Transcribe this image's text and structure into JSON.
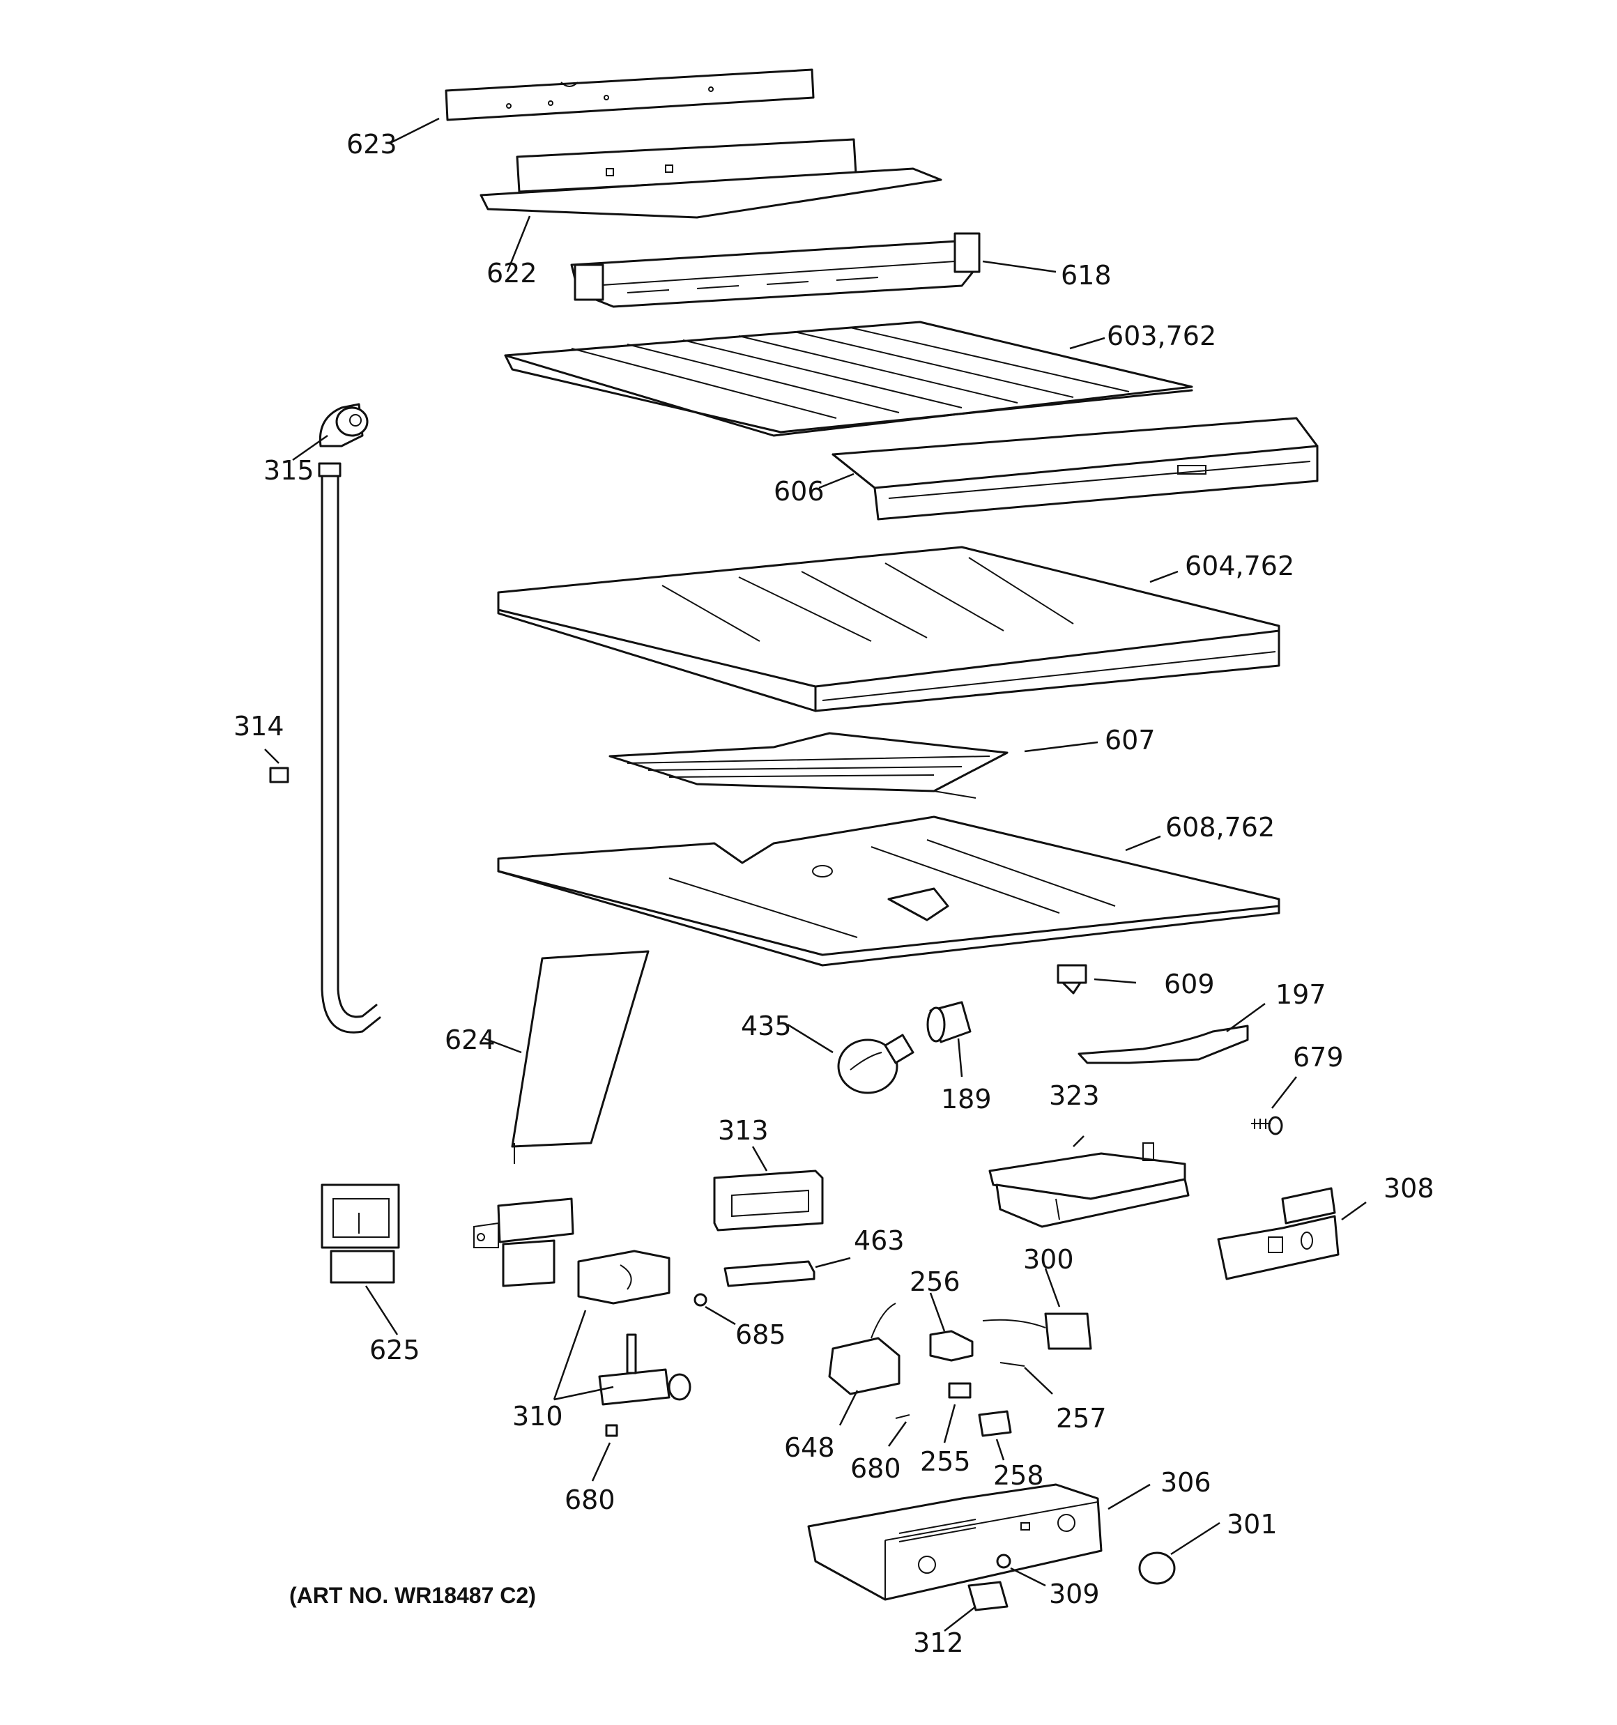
{
  "labels": {
    "l623": "623",
    "l622": "622",
    "l618": "618",
    "l603": "603,762",
    "l315": "315",
    "l606": "606",
    "l604": "604,762",
    "l314": "314",
    "l607": "607",
    "l608": "608,762",
    "l609": "609",
    "l197": "197",
    "l435": "435",
    "l189": "189",
    "l624": "624",
    "l679": "679",
    "l323": "323",
    "l313": "313",
    "l308": "308",
    "l463": "463",
    "l625": "625",
    "l300": "300",
    "l256": "256",
    "l685": "685",
    "l310": "310",
    "l257": "257",
    "l648": "648",
    "l680a": "680",
    "l255": "255",
    "l258": "258",
    "l680b": "680",
    "l306": "306",
    "l301": "301",
    "l309": "309",
    "l312": "312"
  },
  "art_number": "(ART NO. WR18487 C2)"
}
